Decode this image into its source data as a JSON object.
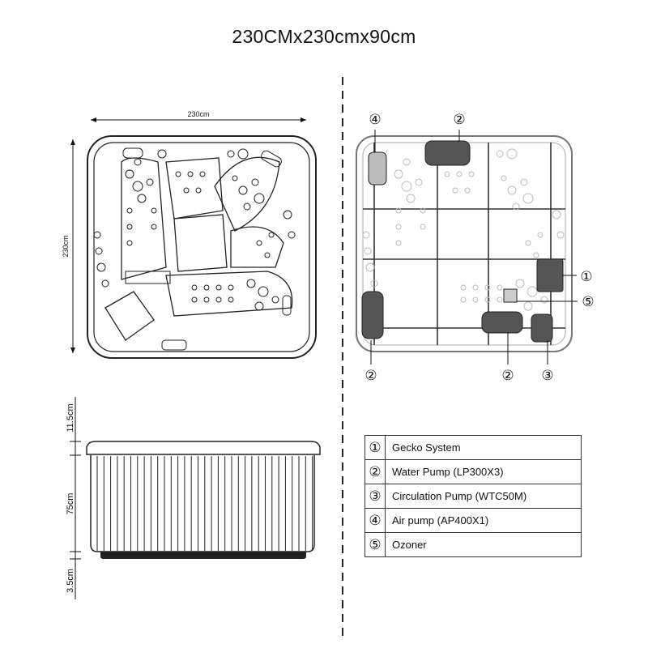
{
  "title": "230CMx230cmx90cm",
  "top_view": {
    "width_label": "230cm",
    "depth_label": "230cm"
  },
  "side_view": {
    "lid_label": "11.5cm",
    "body_label": "75cm",
    "base_label": "3.5cm"
  },
  "callouts": {
    "c1": "①",
    "c2": "②",
    "c3": "③",
    "c4": "④",
    "c5": "⑤"
  },
  "legend": [
    {
      "num": "①",
      "label": "Gecko System"
    },
    {
      "num": "②",
      "label": "Water Pump (LP300X3)"
    },
    {
      "num": "③",
      "label": "Circulation Pump (WTC50M)"
    },
    {
      "num": "④",
      "label": "Air pump (AP400X1)"
    },
    {
      "num": "⑤",
      "label": "Ozoner"
    }
  ]
}
